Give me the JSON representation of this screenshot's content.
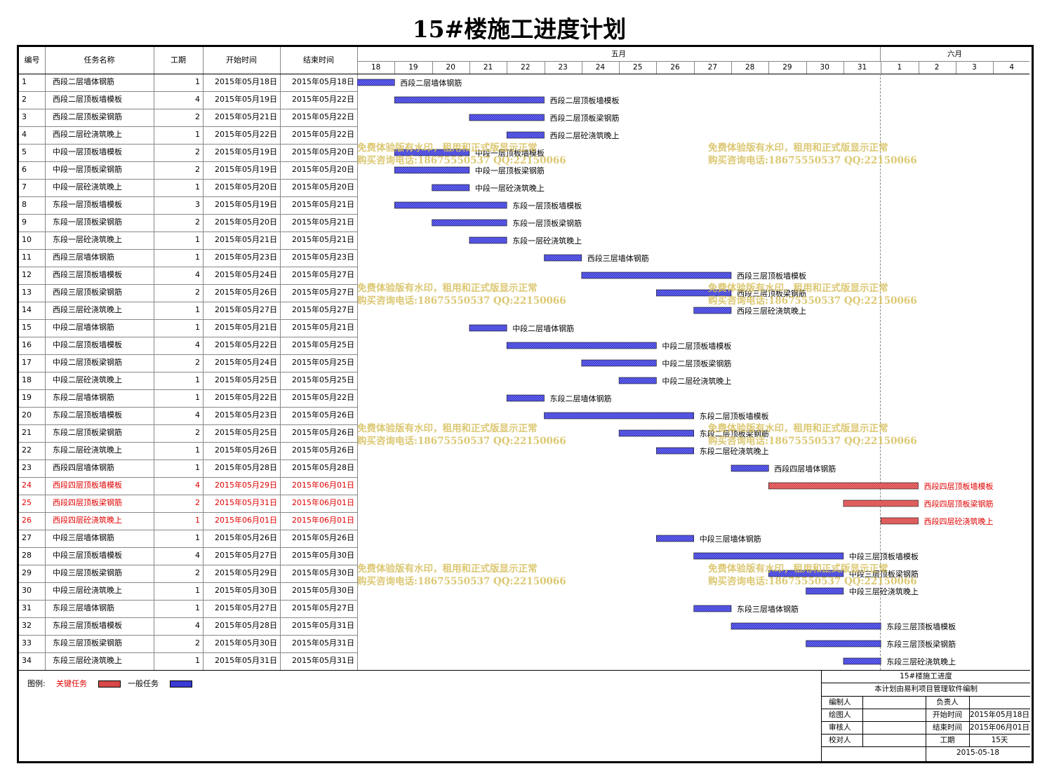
{
  "title": "15#楼施工进度计划",
  "headers": {
    "id": "编号",
    "name": "任务名称",
    "duration": "工期",
    "start": "开始时间",
    "end": "结束时间"
  },
  "months": [
    {
      "label": "五月"
    },
    {
      "label": "六月"
    }
  ],
  "days": [
    "18",
    "19",
    "20",
    "21",
    "22",
    "23",
    "24",
    "25",
    "26",
    "27",
    "28",
    "29",
    "30",
    "31",
    "1",
    "2",
    "3",
    "4"
  ],
  "colors": {
    "critical": "#d94848",
    "normal": "#3b3bd6"
  },
  "watermark": {
    "line1": "免费体验版有水印，租用和正式版显示正常",
    "line2": "购买咨询电话:18675550537 QQ:22150066"
  },
  "chart_data": {
    "type": "gantt",
    "title": "15#楼施工进度计划",
    "x_range": [
      "2015-05-18",
      "2015-06-04"
    ],
    "tasks": [
      {
        "id": "1",
        "name": "西段二层墙体钢筋",
        "duration": "1",
        "start": "2015年05月18日",
        "end": "2015年05月18日",
        "critical": false,
        "s": 0,
        "d": 1
      },
      {
        "id": "2",
        "name": "西段二层顶板墙模板",
        "duration": "4",
        "start": "2015年05月19日",
        "end": "2015年05月22日",
        "critical": false,
        "s": 1,
        "d": 4
      },
      {
        "id": "3",
        "name": "西段二层顶板梁钢筋",
        "duration": "2",
        "start": "2015年05月21日",
        "end": "2015年05月22日",
        "critical": false,
        "s": 3,
        "d": 2
      },
      {
        "id": "4",
        "name": "西段二层砼浇筑晚上",
        "duration": "1",
        "start": "2015年05月22日",
        "end": "2015年05月22日",
        "critical": false,
        "s": 4,
        "d": 1
      },
      {
        "id": "5",
        "name": "中段一层顶板墙模板",
        "duration": "2",
        "start": "2015年05月19日",
        "end": "2015年05月20日",
        "critical": false,
        "s": 1,
        "d": 2
      },
      {
        "id": "6",
        "name": "中段一层顶板梁钢筋",
        "duration": "2",
        "start": "2015年05月19日",
        "end": "2015年05月20日",
        "critical": false,
        "s": 1,
        "d": 2
      },
      {
        "id": "7",
        "name": "中段一层砼浇筑晚上",
        "duration": "1",
        "start": "2015年05月20日",
        "end": "2015年05月20日",
        "critical": false,
        "s": 2,
        "d": 1
      },
      {
        "id": "8",
        "name": "东段一层顶板墙模板",
        "duration": "3",
        "start": "2015年05月19日",
        "end": "2015年05月21日",
        "critical": false,
        "s": 1,
        "d": 3
      },
      {
        "id": "9",
        "name": "东段一层顶板梁钢筋",
        "duration": "2",
        "start": "2015年05月20日",
        "end": "2015年05月21日",
        "critical": false,
        "s": 2,
        "d": 2
      },
      {
        "id": "10",
        "name": "东段一层砼浇筑晚上",
        "duration": "1",
        "start": "2015年05月21日",
        "end": "2015年05月21日",
        "critical": false,
        "s": 3,
        "d": 1
      },
      {
        "id": "11",
        "name": "西段三层墙体钢筋",
        "duration": "1",
        "start": "2015年05月23日",
        "end": "2015年05月23日",
        "critical": false,
        "s": 5,
        "d": 1
      },
      {
        "id": "12",
        "name": "西段三层顶板墙模板",
        "duration": "4",
        "start": "2015年05月24日",
        "end": "2015年05月27日",
        "critical": false,
        "s": 6,
        "d": 4
      },
      {
        "id": "13",
        "name": "西段三层顶板梁钢筋",
        "duration": "2",
        "start": "2015年05月26日",
        "end": "2015年05月27日",
        "critical": false,
        "s": 8,
        "d": 2
      },
      {
        "id": "14",
        "name": "西段三层砼浇筑晚上",
        "duration": "1",
        "start": "2015年05月27日",
        "end": "2015年05月27日",
        "critical": false,
        "s": 9,
        "d": 1
      },
      {
        "id": "15",
        "name": "中段二层墙体钢筋",
        "duration": "1",
        "start": "2015年05月21日",
        "end": "2015年05月21日",
        "critical": false,
        "s": 3,
        "d": 1
      },
      {
        "id": "16",
        "name": "中段二层顶板墙模板",
        "duration": "4",
        "start": "2015年05月22日",
        "end": "2015年05月25日",
        "critical": false,
        "s": 4,
        "d": 4
      },
      {
        "id": "17",
        "name": "中段二层顶板梁钢筋",
        "duration": "2",
        "start": "2015年05月24日",
        "end": "2015年05月25日",
        "critical": false,
        "s": 6,
        "d": 2
      },
      {
        "id": "18",
        "name": "中段二层砼浇筑晚上",
        "duration": "1",
        "start": "2015年05月25日",
        "end": "2015年05月25日",
        "critical": false,
        "s": 7,
        "d": 1
      },
      {
        "id": "19",
        "name": "东段二层墙体钢筋",
        "duration": "1",
        "start": "2015年05月22日",
        "end": "2015年05月22日",
        "critical": false,
        "s": 4,
        "d": 1
      },
      {
        "id": "20",
        "name": "东段二层顶板墙模板",
        "duration": "4",
        "start": "2015年05月23日",
        "end": "2015年05月26日",
        "critical": false,
        "s": 5,
        "d": 4
      },
      {
        "id": "21",
        "name": "东段二层顶板梁钢筋",
        "duration": "2",
        "start": "2015年05月25日",
        "end": "2015年05月26日",
        "critical": false,
        "s": 7,
        "d": 2
      },
      {
        "id": "22",
        "name": "东段二层砼浇筑晚上",
        "duration": "1",
        "start": "2015年05月26日",
        "end": "2015年05月26日",
        "critical": false,
        "s": 8,
        "d": 1
      },
      {
        "id": "23",
        "name": "西段四层墙体钢筋",
        "duration": "1",
        "start": "2015年05月28日",
        "end": "2015年05月28日",
        "critical": false,
        "s": 10,
        "d": 1
      },
      {
        "id": "24",
        "name": "西段四层顶板墙模板",
        "duration": "4",
        "start": "2015年05月29日",
        "end": "2015年06月01日",
        "critical": true,
        "s": 11,
        "d": 4
      },
      {
        "id": "25",
        "name": "西段四层顶板梁钢筋",
        "duration": "2",
        "start": "2015年05月31日",
        "end": "2015年06月01日",
        "critical": true,
        "s": 13,
        "d": 2
      },
      {
        "id": "26",
        "name": "西段四层砼浇筑晚上",
        "duration": "1",
        "start": "2015年06月01日",
        "end": "2015年06月01日",
        "critical": true,
        "s": 14,
        "d": 1
      },
      {
        "id": "27",
        "name": "中段三层墙体钢筋",
        "duration": "1",
        "start": "2015年05月26日",
        "end": "2015年05月26日",
        "critical": false,
        "s": 8,
        "d": 1
      },
      {
        "id": "28",
        "name": "中段三层顶板墙模板",
        "duration": "4",
        "start": "2015年05月27日",
        "end": "2015年05月30日",
        "critical": false,
        "s": 9,
        "d": 4
      },
      {
        "id": "29",
        "name": "中段三层顶板梁钢筋",
        "duration": "2",
        "start": "2015年05月29日",
        "end": "2015年05月30日",
        "critical": false,
        "s": 11,
        "d": 2
      },
      {
        "id": "30",
        "name": "中段三层砼浇筑晚上",
        "duration": "1",
        "start": "2015年05月30日",
        "end": "2015年05月30日",
        "critical": false,
        "s": 12,
        "d": 1
      },
      {
        "id": "31",
        "name": "东段三层墙体钢筋",
        "duration": "1",
        "start": "2015年05月27日",
        "end": "2015年05月27日",
        "critical": false,
        "s": 9,
        "d": 1
      },
      {
        "id": "32",
        "name": "东段三层顶板墙模板",
        "duration": "4",
        "start": "2015年05月28日",
        "end": "2015年05月31日",
        "critical": false,
        "s": 10,
        "d": 4
      },
      {
        "id": "33",
        "name": "东段三层顶板梁钢筋",
        "duration": "2",
        "start": "2015年05月30日",
        "end": "2015年05月31日",
        "critical": false,
        "s": 12,
        "d": 2
      },
      {
        "id": "34",
        "name": "东段三层砼浇筑晚上",
        "duration": "1",
        "start": "2015年05月31日",
        "end": "2015年05月31日",
        "critical": false,
        "s": 13,
        "d": 1
      }
    ]
  },
  "legend": {
    "label": "图例:",
    "critical": "关键任务",
    "normal": "一般任务"
  },
  "titleblock": {
    "title": "15#楼施工进度",
    "subtitle": "本计划由易利项目管理软件编制",
    "r1": {
      "k": "编制人",
      "v": "",
      "k2": "负责人",
      "v2": ""
    },
    "r2": {
      "k": "绘图人",
      "v": "",
      "k2": "开始时间",
      "v2": "2015年05月18日"
    },
    "r3": {
      "k": "审核人",
      "v": "",
      "k2": "结束时间",
      "v2": "2015年06月01日"
    },
    "r4": {
      "k": "校对人",
      "v": "",
      "k2": "工期",
      "v2": "15天"
    },
    "date": "2015-05-18"
  }
}
